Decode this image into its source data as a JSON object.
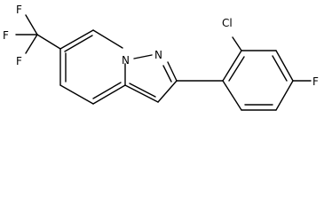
{
  "molecule": {
    "atom_labels": {
      "f1": "F",
      "f2": "F",
      "f3": "F",
      "n1": "N",
      "n2": "N",
      "cl": "Cl",
      "f4": "F"
    },
    "colors": {
      "bond": "#000000",
      "label": "#000000",
      "background": "#ffffff"
    }
  }
}
